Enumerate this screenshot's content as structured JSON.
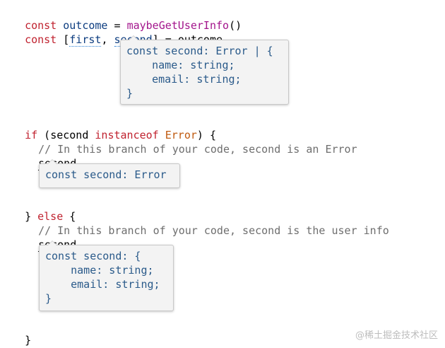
{
  "code": {
    "l1": {
      "const": "const",
      "name": "outcome",
      "eq": " = ",
      "fn": "maybeGetUserInfo",
      "call": "()"
    },
    "l2": {
      "const": "const",
      "open": " [",
      "first": "first",
      "comma": ", ",
      "second": "second",
      "close": "] = ",
      "outcome": "outcome"
    },
    "l3": {
      "if": "if",
      "paren_open": " (",
      "second": "second",
      "space": " ",
      "instanceof": "instanceof",
      "space2": " ",
      "error": "Error",
      "paren_close": ") {"
    },
    "l4": {
      "comment": "// In this branch of your code, second is an Error"
    },
    "l5": {
      "second": "second"
    },
    "l6": {
      "close": "} ",
      "else": "else",
      "open": " {"
    },
    "l7": {
      "comment": "// In this branch of your code, second is the user info"
    },
    "l8": {
      "second": "second"
    },
    "l9": {
      "close": "}"
    }
  },
  "tooltips": {
    "t1": "const second: Error | {\n    name: string;\n    email: string;\n}",
    "t2": "const second: Error",
    "t3": "const second: {\n    name: string;\n    email: string;\n}"
  },
  "watermark": "@稀土掘金技术社区"
}
